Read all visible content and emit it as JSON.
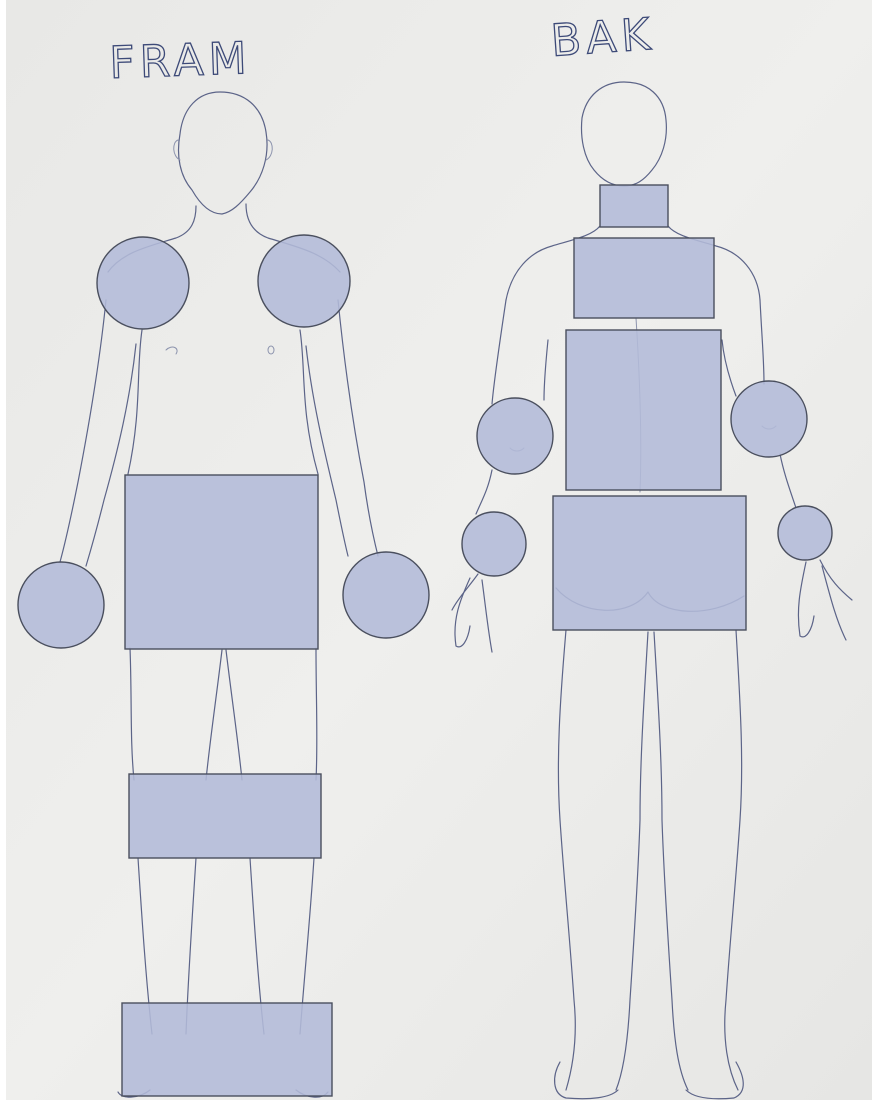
{
  "views": [
    {
      "id": "front",
      "title": "FRAM"
    },
    {
      "id": "back",
      "title": "BAK"
    }
  ],
  "colors": {
    "paper": "#ebebeb",
    "pencil": "#5c6488",
    "zone_fill": "#b3bbd8",
    "zone_stroke": "#4a4f5e"
  },
  "zones": {
    "front": [
      "right-shoulder",
      "left-shoulder",
      "groin-thighs",
      "right-hand",
      "left-hand",
      "knees",
      "feet"
    ],
    "back": [
      "neck",
      "upper-back",
      "mid-back",
      "right-elbow",
      "left-elbow",
      "buttocks",
      "right-wrist",
      "left-wrist"
    ]
  }
}
